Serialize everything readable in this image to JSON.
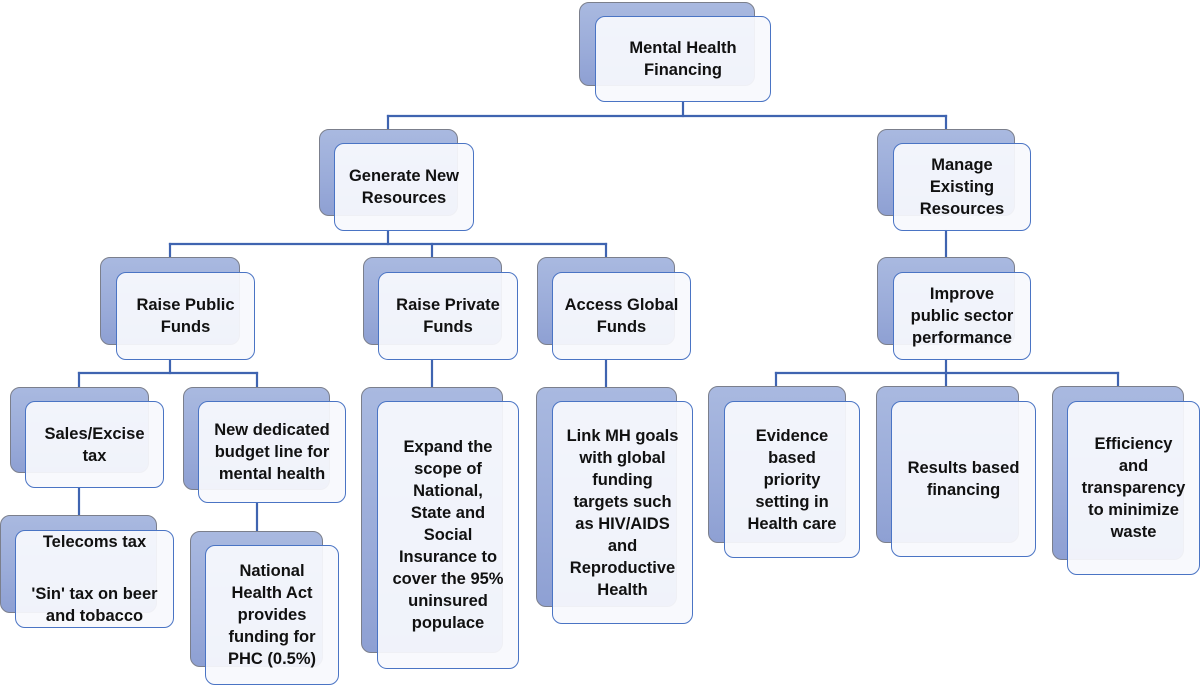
{
  "diagram": {
    "type": "org-chart",
    "line_color": "#3f64b0",
    "back_color": "#9aabd9",
    "front_border_color": "#4a74c4",
    "nodes": {
      "root": {
        "label": "Mental Health\nFinancing"
      },
      "generate": {
        "label": "Generate New\nResources",
        "parent": "root"
      },
      "manage": {
        "label": "Manage\nExisting\nResources",
        "parent": "root"
      },
      "raise_public": {
        "label": "Raise Public\nFunds",
        "parent": "generate"
      },
      "raise_private": {
        "label": "Raise Private\nFunds",
        "parent": "generate"
      },
      "access_global": {
        "label": "Access Global\nFunds",
        "parent": "generate"
      },
      "improve": {
        "label": "Improve\npublic sector\nperformance",
        "parent": "manage"
      },
      "sales_tax": {
        "label": "Sales/Excise\ntax",
        "parent": "raise_public"
      },
      "budget_line": {
        "label": "New dedicated\nbudget line for\nmental health",
        "parent": "raise_public"
      },
      "telecoms": {
        "label_line1": "Telecoms tax",
        "label_line2": "'Sin' tax on beer\nand tobacco",
        "parent": "sales_tax"
      },
      "nha": {
        "label": "National\nHealth Act\nprovides\nfunding for\nPHC (0.5%)",
        "parent": "budget_line"
      },
      "expand": {
        "label": "Expand the\nscope of\nNational,\nState and\nSocial\nInsurance to\ncover the 95%\nuninsured\npopulace",
        "parent": "raise_private"
      },
      "link_mh": {
        "label": "Link MH goals\nwith global\nfunding\ntargets such\nas HIV/AIDS\nand\nReproductive\nHealth",
        "parent": "access_global"
      },
      "evidence": {
        "label": "Evidence\nbased\npriority\nsetting in\nHealth care",
        "parent": "improve"
      },
      "results": {
        "label": "Results based\nfinancing",
        "parent": "improve"
      },
      "efficiency": {
        "label": "Efficiency\nand\ntransparency\nto minimize\nwaste",
        "parent": "improve"
      }
    }
  }
}
